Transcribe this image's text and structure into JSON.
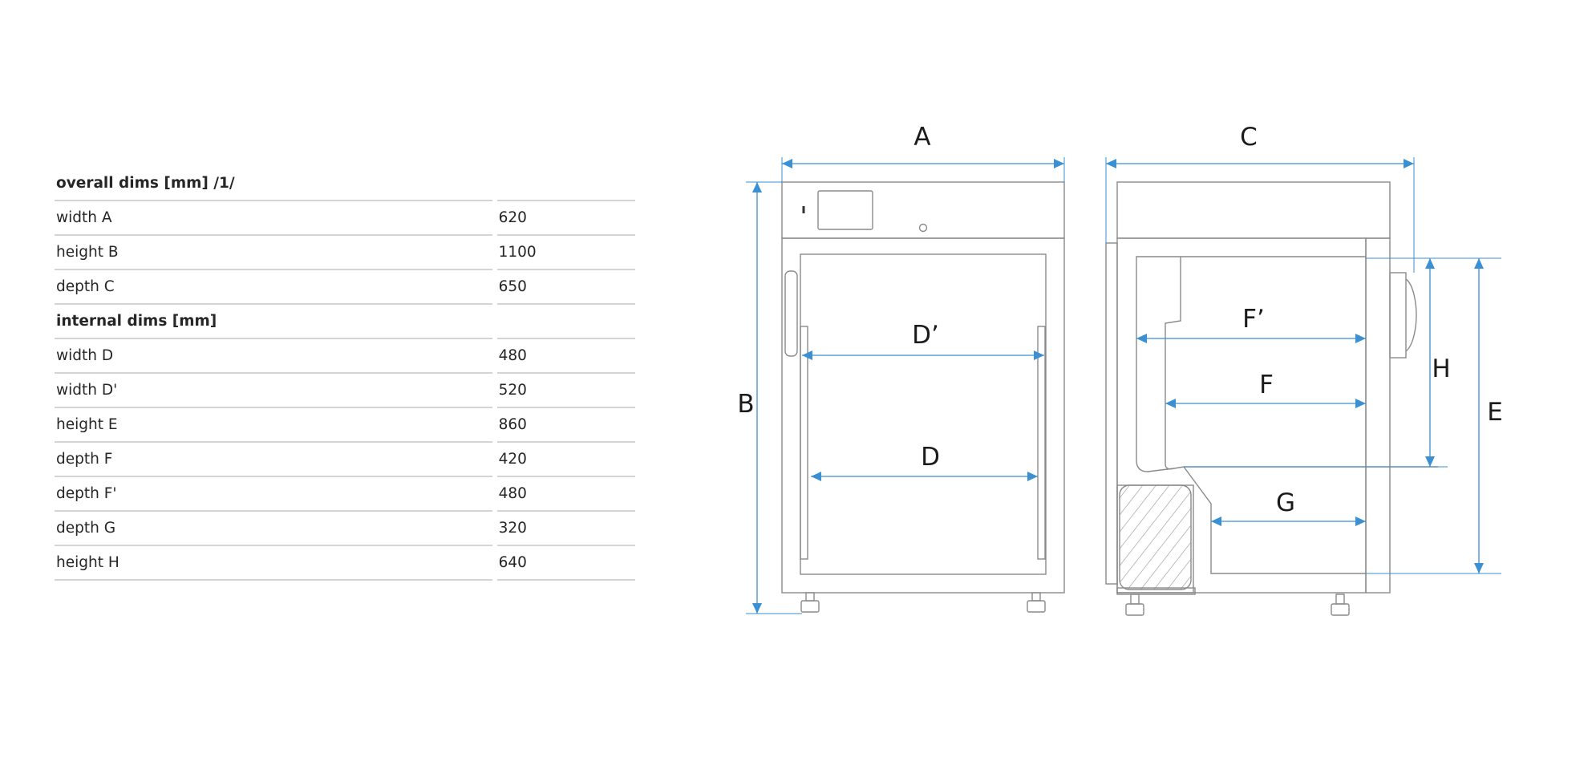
{
  "table": {
    "rows": [
      {
        "label": "overall dims [mm] /1/",
        "value": "",
        "header": true
      },
      {
        "label": "width A",
        "value": "620"
      },
      {
        "label": "height B",
        "value": "1100"
      },
      {
        "label": "depth C",
        "value": "650"
      },
      {
        "label": "internal dims [mm]",
        "value": "",
        "header": true
      },
      {
        "label": "width D",
        "value": "480"
      },
      {
        "label": "width D'",
        "value": "520"
      },
      {
        "label": "height E",
        "value": "860"
      },
      {
        "label": "depth F",
        "value": "420"
      },
      {
        "label": "depth F'",
        "value": "480"
      },
      {
        "label": "depth G",
        "value": "320"
      },
      {
        "label": "height H",
        "value": "640"
      }
    ]
  },
  "diagram": {
    "labels": {
      "A": "A",
      "B": "B",
      "C": "C",
      "D": "D",
      "D_prime": "D’",
      "E": "E",
      "F": "F",
      "F_prime": "F’",
      "G": "G",
      "H": "H"
    },
    "colors": {
      "line": "#8a8a8a",
      "dimension": "#3b8fd3",
      "text": "#1b1b1b"
    }
  }
}
